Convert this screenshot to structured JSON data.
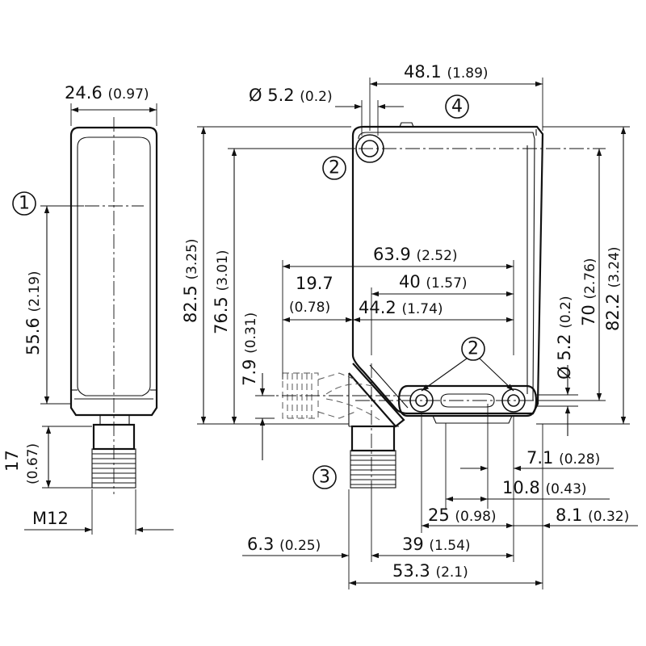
{
  "dimensions": {
    "width_side": {
      "value": "24.6",
      "inch": "(0.97)"
    },
    "optical_spacing": {
      "value": "55.6",
      "inch": "(2.19)"
    },
    "connector_length": {
      "value": "17",
      "inch": "(0.67)"
    },
    "thread": {
      "value": "M12"
    },
    "hole_diameter_top": {
      "value": "Ø 5.2",
      "inch": "(0.2)"
    },
    "width_front": {
      "value": "48.1",
      "inch": "(1.89)"
    },
    "height_total": {
      "value": "82.5",
      "inch": "(3.25)"
    },
    "height_holes": {
      "value": "76.5",
      "inch": "(3.01)"
    },
    "hole_to_hole": {
      "value": "63.9",
      "inch": "(2.52)"
    },
    "dim_40": {
      "value": "40",
      "inch": "(1.57)"
    },
    "dim_44_2": {
      "value": "44.2",
      "inch": "(1.74)"
    },
    "connector_offset": {
      "value": "19.7",
      "inch": "(0.78)"
    },
    "connector_height": {
      "value": "7.9",
      "inch": "(0.31)"
    },
    "hole_diameter_side": {
      "value": "Ø 5.2",
      "inch": "(0.2)"
    },
    "height_70": {
      "value": "70",
      "inch": "(2.76)"
    },
    "height_82_2": {
      "value": "82.2",
      "inch": "(3.24)"
    },
    "dim_7_1": {
      "value": "7.1",
      "inch": "(0.28)"
    },
    "dim_10_8": {
      "value": "10.8",
      "inch": "(0.43)"
    },
    "dim_25": {
      "value": "25",
      "inch": "(0.98)"
    },
    "dim_8_1": {
      "value": "8.1",
      "inch": "(0.32)"
    },
    "dim_6_3": {
      "value": "6.3",
      "inch": "(0.25)"
    },
    "dim_39": {
      "value": "39",
      "inch": "(1.54)"
    },
    "dim_53_3": {
      "value": "53.3",
      "inch": "(2.1)"
    }
  },
  "callouts": {
    "c1": "1",
    "c2a": "2",
    "c2b": "2",
    "c3": "3",
    "c4": "4"
  }
}
